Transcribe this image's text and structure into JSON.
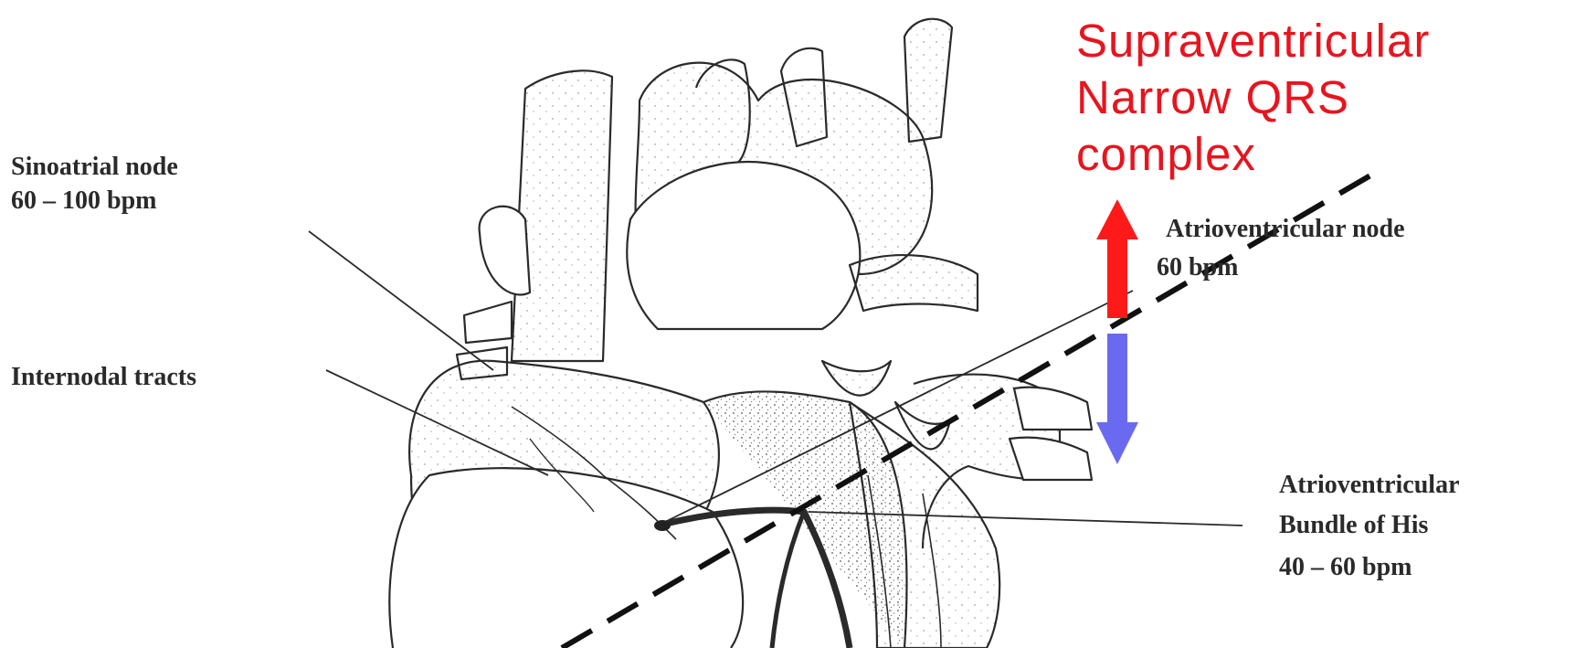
{
  "labels": {
    "sa_name": "Sinoatrial node",
    "sa_rate": "60 – 100 bpm",
    "internodal": "Internodal tracts",
    "av_node_name": "Atrioventricular node",
    "av_node_rate": "60 bpm",
    "bundle_line1": "Atrioventricular",
    "bundle_line2": "Bundle of His",
    "bundle_rate": "40 – 60 bpm"
  },
  "heading": {
    "line1": "Supraventricular",
    "line2": "Narrow QRS",
    "line3": "complex"
  },
  "colors": {
    "heading": "#e8141e",
    "arrow_up": "#ff1a1a",
    "arrow_down": "#6a6af0",
    "ink": "#2a2a2a"
  }
}
